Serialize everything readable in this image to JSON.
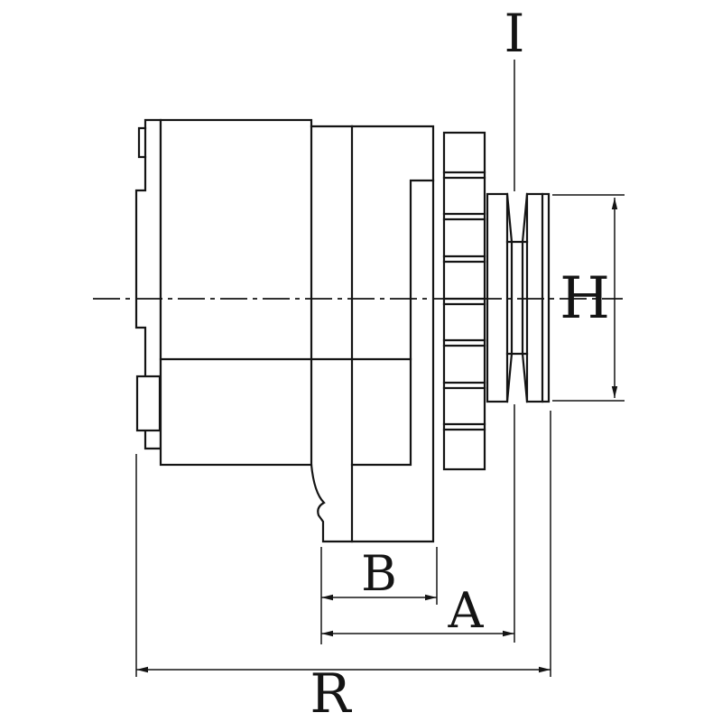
{
  "page": {
    "title": "Alternator side-view technical drawing with dimension labels",
    "background": "#ffffff",
    "line_color": "#141414"
  },
  "labels": {
    "I": "I",
    "H": "H",
    "B": "B",
    "A": "A",
    "R": "R"
  }
}
